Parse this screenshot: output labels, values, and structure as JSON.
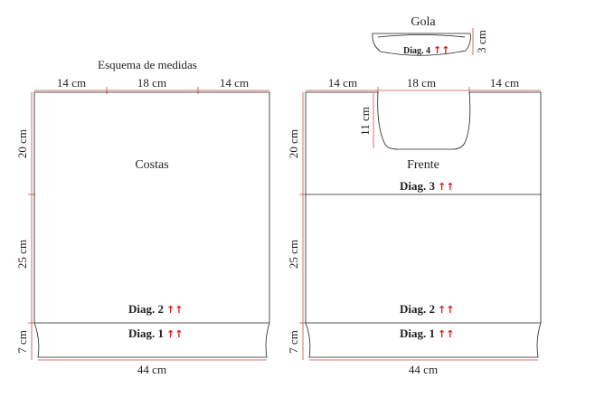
{
  "scheme_title": "Esquema de medidas",
  "back": {
    "top_left_width": "14 cm",
    "top_mid_width": "18 cm",
    "top_right_width": "14 cm",
    "height_upper": "20 cm",
    "height_middle": "25 cm",
    "height_rib": "7 cm",
    "piece_label": "Costas",
    "diag2": "Diag. 2",
    "diag1": "Diag. 1",
    "bottom_width": "44 cm"
  },
  "front": {
    "top_left_width": "14 cm",
    "top_mid_width": "18 cm",
    "top_right_width": "14 cm",
    "neck_depth": "11 cm",
    "height_upper": "20 cm",
    "height_middle": "25 cm",
    "height_rib": "7 cm",
    "piece_label": "Frente",
    "diag3": "Diag. 3",
    "diag2": "Diag. 2",
    "diag1": "Diag. 1",
    "bottom_width": "44 cm"
  },
  "collar": {
    "title": "Gola",
    "diag4": "Diag. 4",
    "height": "3 cm"
  },
  "arrow_glyph": "↑↑",
  "colors": {
    "outline": "#231f20",
    "dimension": "#c0504d",
    "arrow": "#d7191c"
  }
}
